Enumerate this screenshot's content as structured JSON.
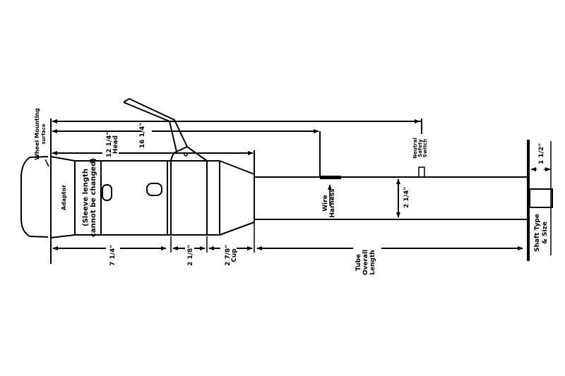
{
  "labels": {
    "wheel_mounting": "Wheel Mounting",
    "surface": "surface",
    "adaptor": "Adaptor",
    "sleeve_line1": "(Sleeve length",
    "sleeve_line2": "cannot be changed)",
    "dim_16_1_4": "16 1/4\"",
    "dim_12_1_4": "12 1/4\"",
    "head": "Head",
    "dim_7_1_4": "7 1/4\"",
    "dim_2_1_8": "2 1/8\"",
    "dim_2_7_8": "2 7/8\"",
    "cup": "Cup",
    "tube": "Tube",
    "overall": "Overall",
    "length": "Length",
    "wire": "Wire",
    "harness": "Harness",
    "neutral": "Neutral",
    "safety": "Safety",
    "switch": "Switch",
    "dim_2_1_4": "2 1/4\"",
    "dim_1_1_2": "1 1/2\"",
    "shaft_type": "Shaft Type",
    "and_size": "& Size"
  }
}
